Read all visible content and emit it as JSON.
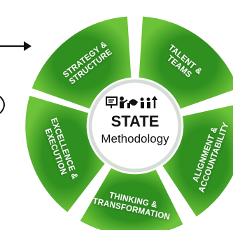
{
  "diagram": {
    "center": {
      "title": "STATE",
      "subtitle": "Methodology",
      "icons": [
        "presentation-board-icon",
        "presenter-icon",
        "handshake-icon",
        "growth-people-icon"
      ]
    },
    "segments": [
      {
        "id": "strategy",
        "lines": [
          "STRATEGY &",
          "STRUCTURE"
        ],
        "color": "#5cb82e"
      },
      {
        "id": "talent",
        "lines": [
          "TALENT &",
          "TEAMS"
        ],
        "color": "#3d9e25"
      },
      {
        "id": "alignment",
        "lines": [
          "ALIGNMENT &",
          "ACCOUNTABILITY"
        ],
        "color": "#3d9e25"
      },
      {
        "id": "thinking",
        "lines": [
          "THINKING &",
          "TRANSFORMATION"
        ],
        "color": "#57b52c"
      },
      {
        "id": "excellence",
        "lines": [
          "EXCELLENCE &",
          "EXECUTION"
        ],
        "color": "#4aaa29"
      }
    ],
    "colors": {
      "ring_dark": "#2e8a1e",
      "center_fill": "#ffffff",
      "center_ring": "#cfd8cf",
      "arrow": "#111111"
    }
  }
}
